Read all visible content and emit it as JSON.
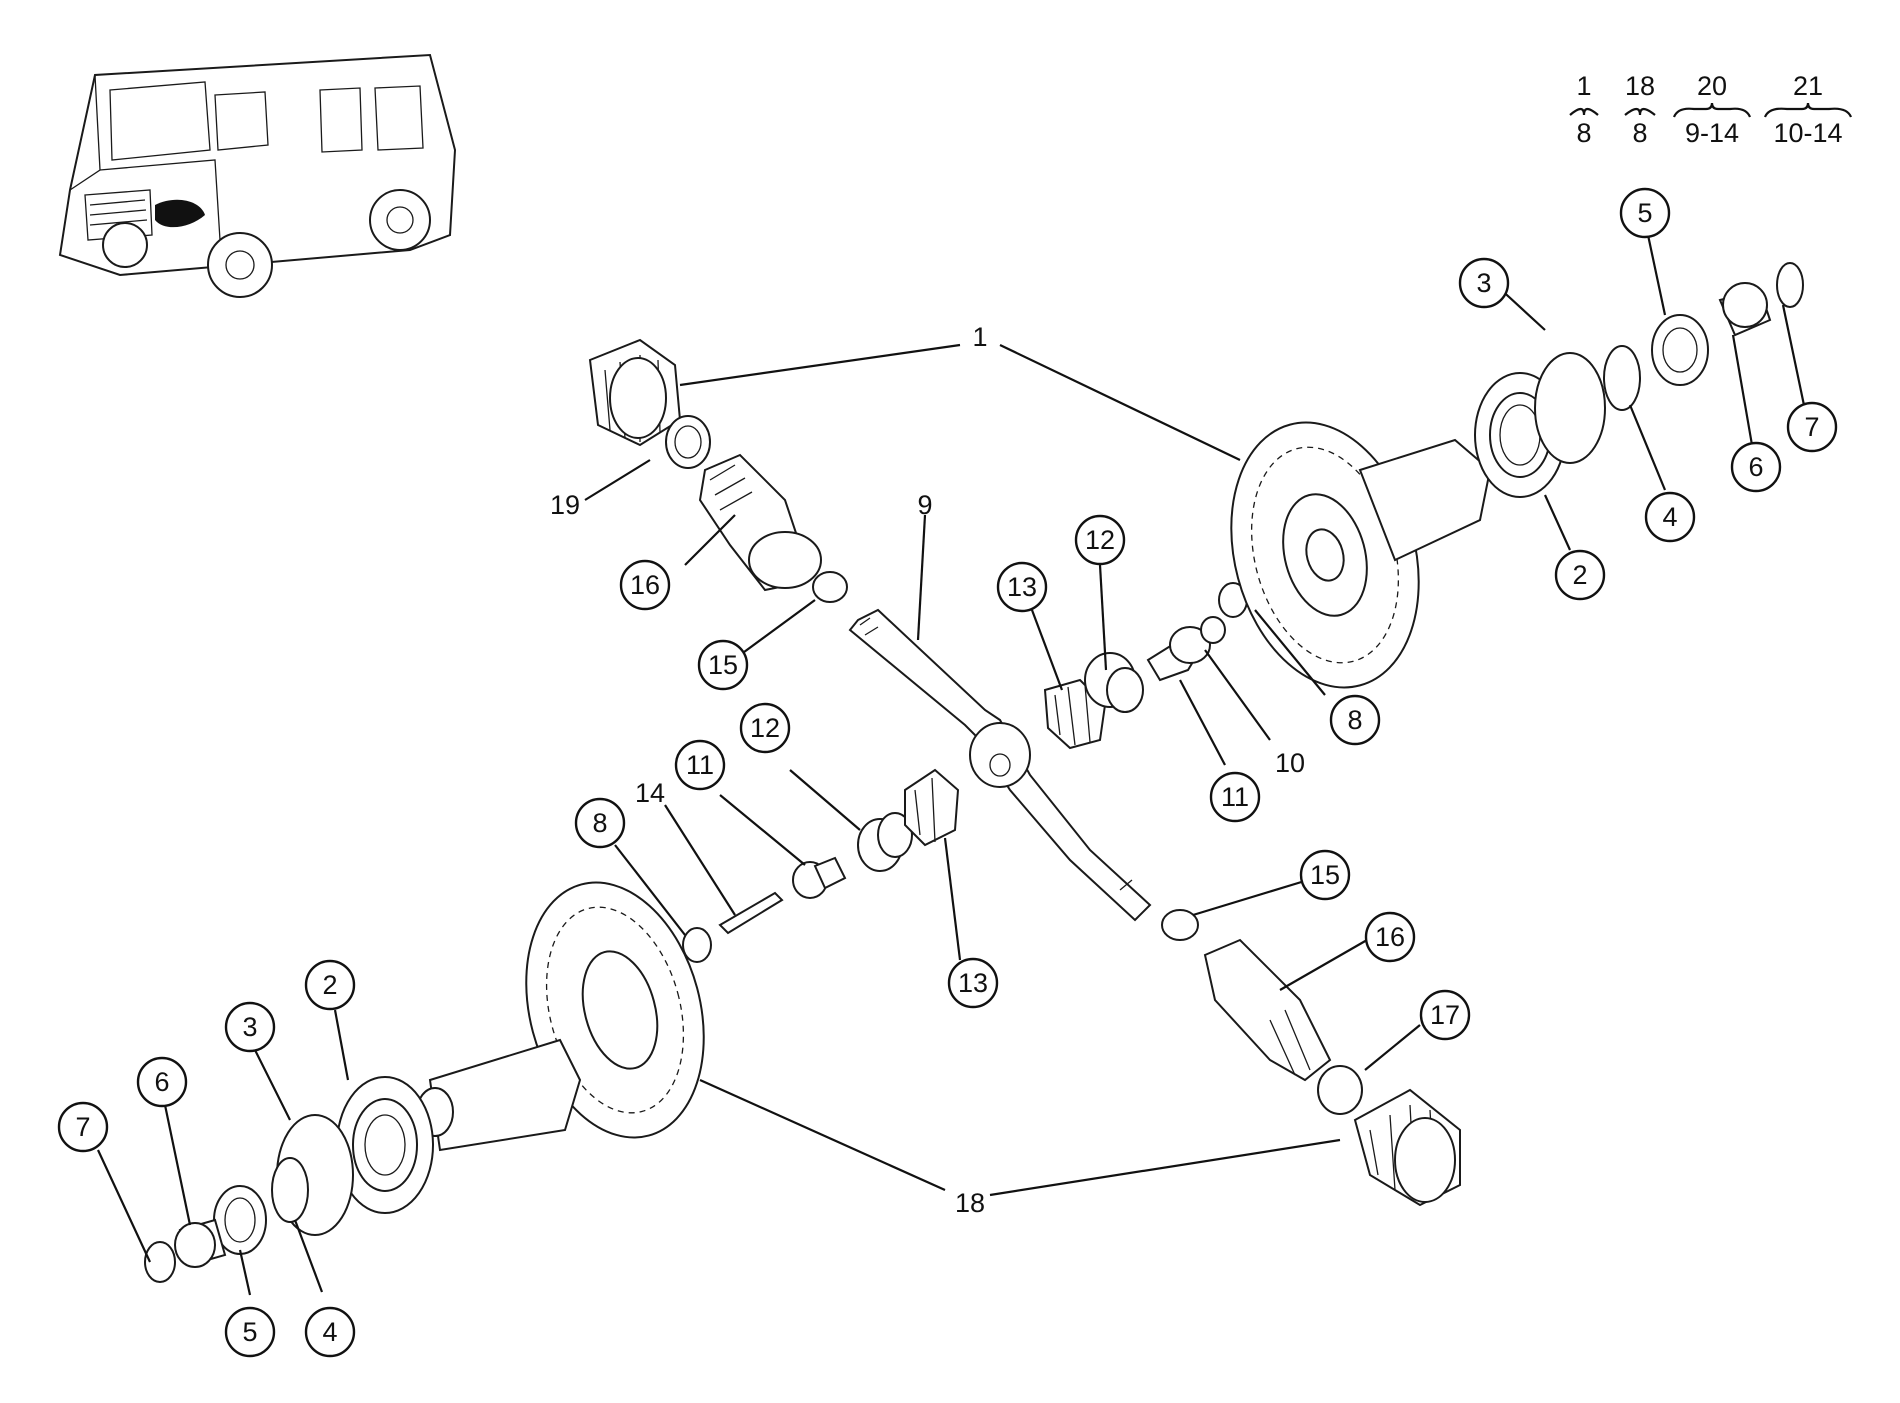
{
  "key": [
    {
      "top": "1",
      "bottom": "8"
    },
    {
      "top": "18",
      "bottom": "8"
    },
    {
      "top": "20",
      "bottom": "9-14"
    },
    {
      "top": "21",
      "bottom": "10-14"
    }
  ],
  "callouts": [
    "5",
    "3",
    "7",
    "6",
    "4",
    "2",
    "12",
    "13",
    "8",
    "11",
    "10",
    "16",
    "15",
    "19",
    "12",
    "11",
    "8",
    "13",
    "15",
    "16",
    "17",
    "2",
    "3",
    "6",
    "7",
    "5",
    "4"
  ],
  "plain_labels": [
    "1",
    "9",
    "19",
    "14",
    "10",
    "18"
  ],
  "icons": [
    "vehicle-thumbnail-icon"
  ]
}
